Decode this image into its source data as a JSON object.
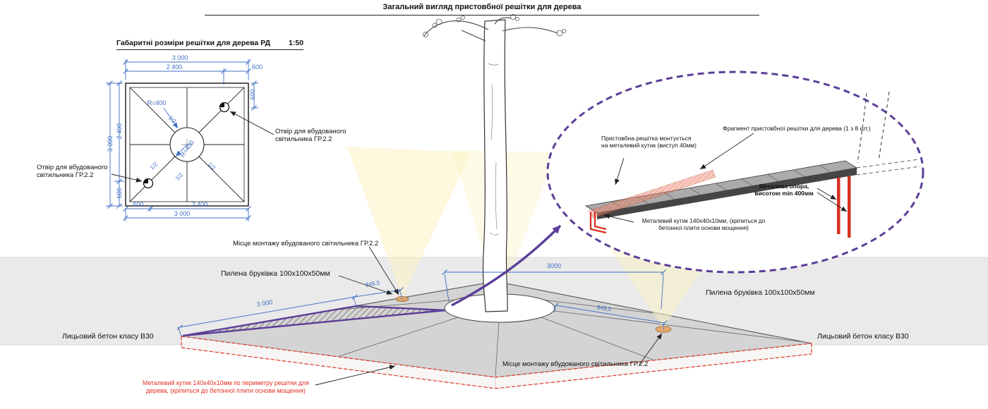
{
  "title": "Загальний вигляд пристовбної решітки для дерева",
  "plan": {
    "heading": "Габаритні розміри решітки для дерева РД",
    "scale": "1:50",
    "dim_3000": "3 000",
    "dim_2400": "2 400",
    "dim_600": "600",
    "radius": "R=400",
    "half": "1/2",
    "light_hole_label": "Отвір для вбудованого світильника ГР.2.2"
  },
  "perspective": {
    "pavers_label": "Пилена бруківка 100x100x50мм",
    "concrete_label": "Лицьовий бетон класу В30",
    "light_mount_label": "Місце монтажу вбудованого світильника ГР.2.2",
    "dim_3000_top": "3000",
    "dim_3000_edge": "3 000",
    "dim_848": "848,5",
    "perimeter_angle_label": "Металевий кутик 140x40x10мм по периметру решітки для дерева, (кріпиться до бетонної плити основи мощення)"
  },
  "detail": {
    "mount_label": "Пристовбна решітка монтується на металевий кутик (виступ 40мм)",
    "fragment_label": "Фрагмент пристовбної решітки для дерева (1 з 8 шт.)",
    "support_label": "Металева опора, висотою min 400мм",
    "angle_label": "Металевий кутик 140x40x10мм, (кріпиться до бетонної плити основи мощення)"
  },
  "colors": {
    "dim_blue": "#3E6FC4",
    "accent_purple": "#5B3E98",
    "alert_red": "#E03022"
  }
}
